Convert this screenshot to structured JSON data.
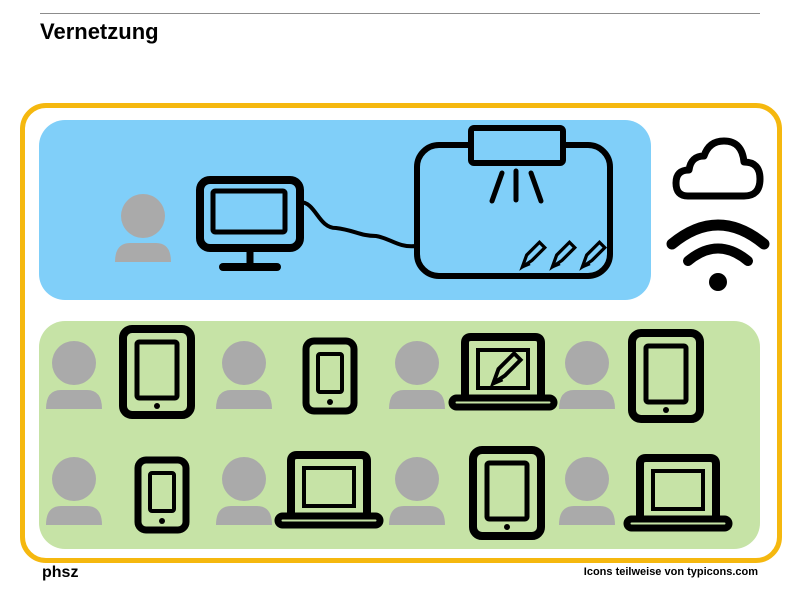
{
  "slide": {
    "title": "Vernetzung",
    "footer_left": "phsz",
    "footer_right": "Icons teilweise von typicons.com"
  },
  "colors": {
    "frame": "#f5b80f",
    "top_panel": "#80cff9",
    "bottom_panel": "#c6e3a6",
    "person": "#aaaaaa",
    "icon_stroke": "#000000"
  },
  "icons": {
    "top_row": [
      "person-icon",
      "monitor-icon",
      "cable-icon",
      "projector-whiteboard-icon",
      "pencil-icon",
      "pencil-icon",
      "pencil-icon",
      "cloud-icon",
      "wifi-icon"
    ],
    "bottom_row_1": [
      "person-icon",
      "tablet-icon",
      "person-icon",
      "smartphone-icon",
      "person-icon",
      "laptop-pencil-icon",
      "person-icon",
      "tablet-icon"
    ],
    "bottom_row_2": [
      "person-icon",
      "smartphone-icon",
      "person-icon",
      "laptop-icon",
      "person-icon",
      "tablet-icon",
      "person-icon",
      "laptop-icon"
    ]
  }
}
